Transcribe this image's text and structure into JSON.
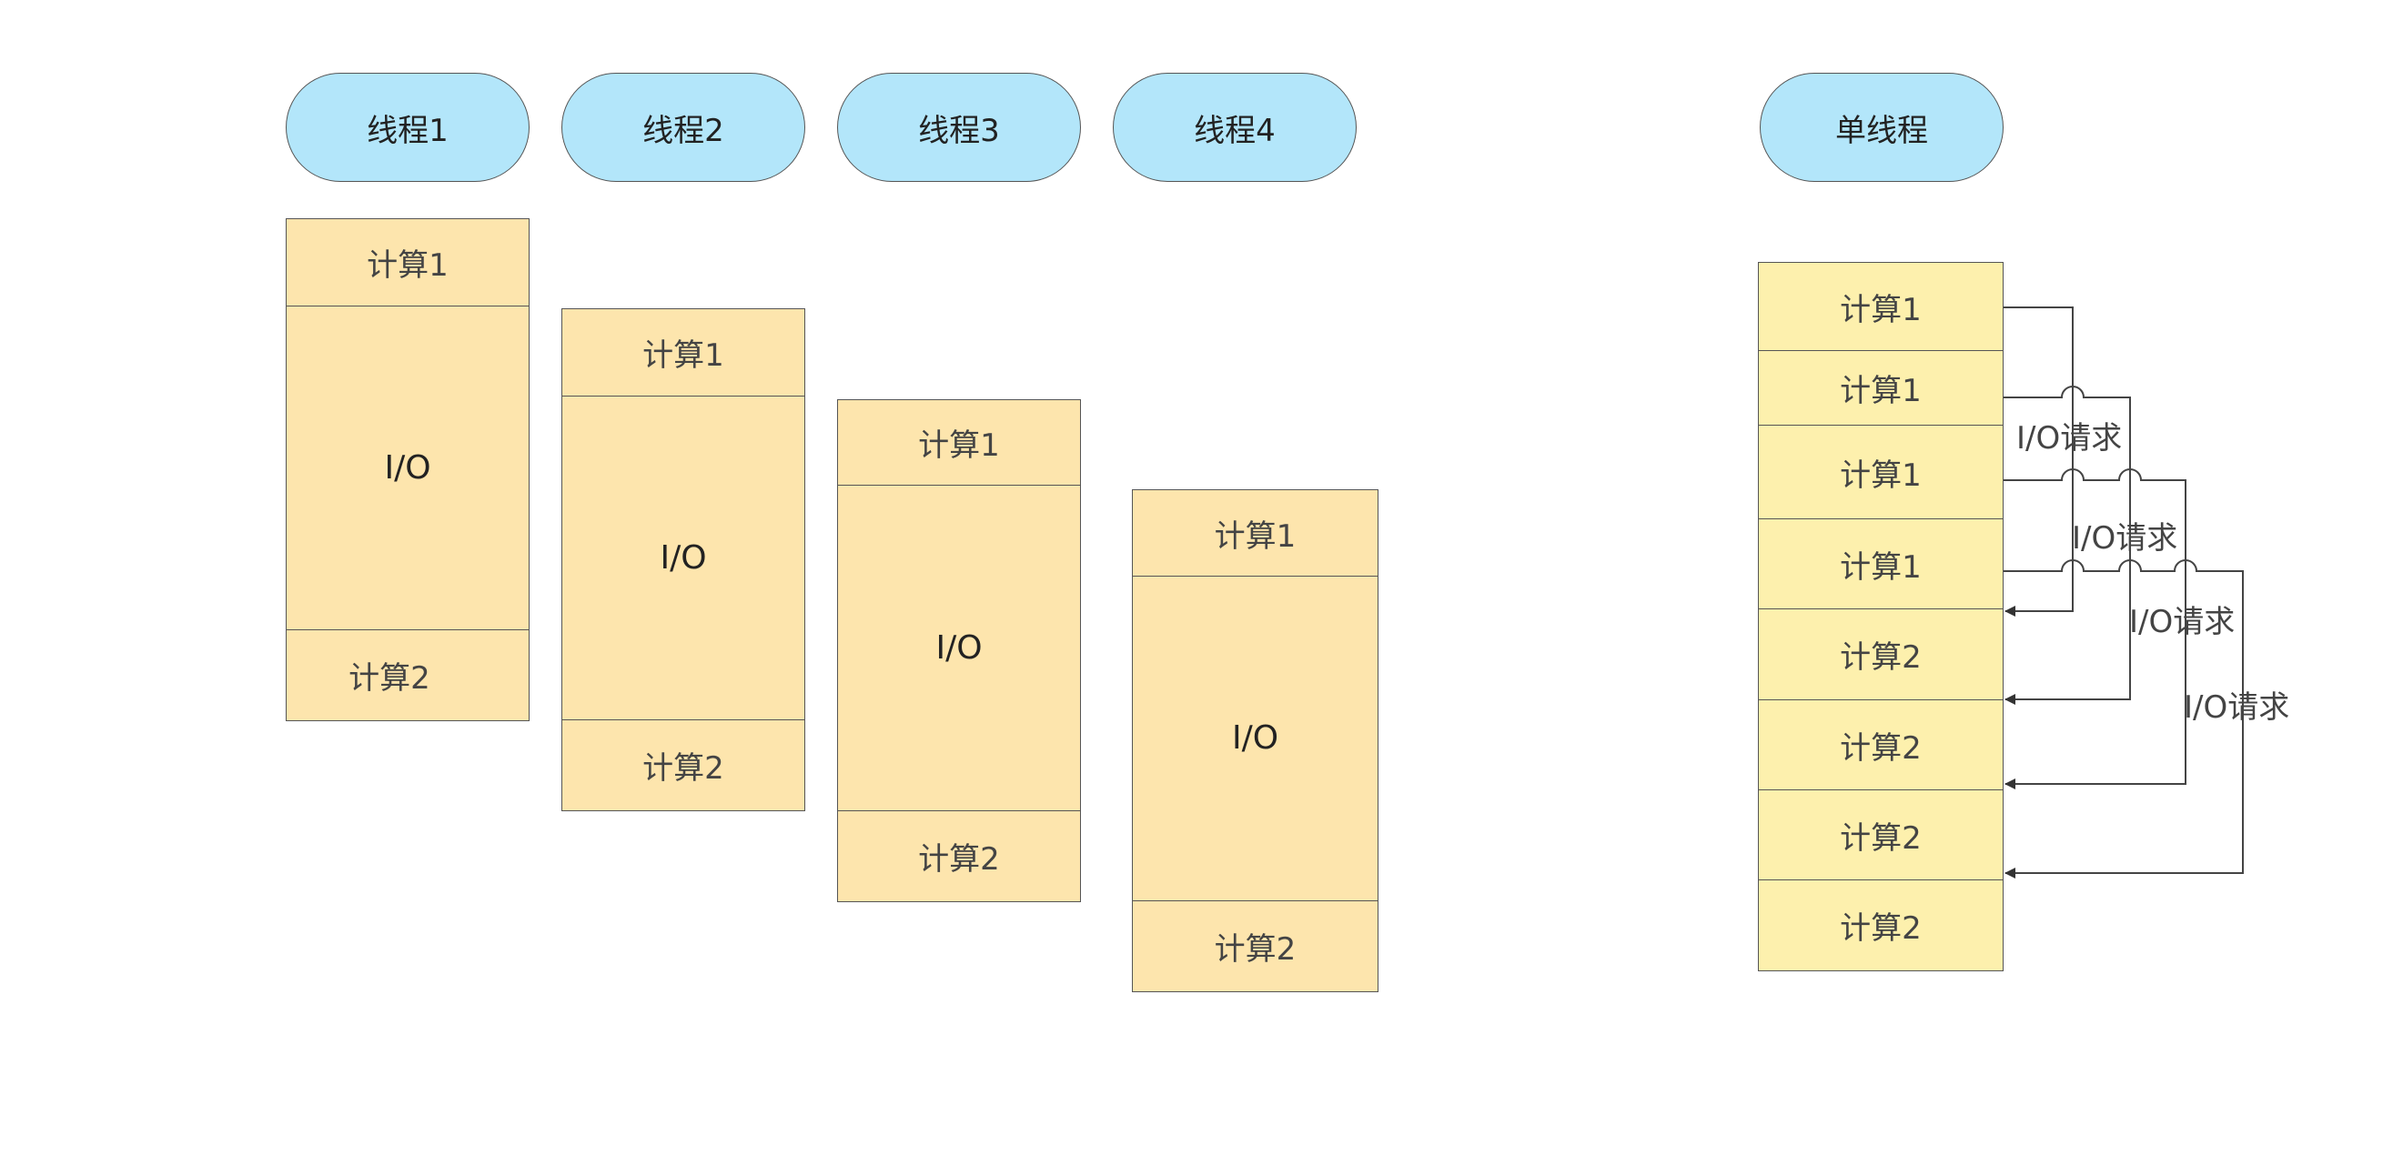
{
  "colors": {
    "thread_header": "#b3e6fa",
    "thread_box": "#fde5ad",
    "single_cell": "#fdf0ad",
    "stroke": "#555555"
  },
  "threads": [
    {
      "header": "线程1",
      "compute1": "计算1",
      "io": "I/O",
      "compute2": "计算2"
    },
    {
      "header": "线程2",
      "compute1": "计算1",
      "io": "I/O",
      "compute2": "计算2"
    },
    {
      "header": "线程3",
      "compute1": "计算1",
      "io": "I/O",
      "compute2": "计算2"
    },
    {
      "header": "线程4",
      "compute1": "计算1",
      "io": "I/O",
      "compute2": "计算2"
    }
  ],
  "single_thread": {
    "header": "单线程",
    "cells": [
      "计算1",
      "计算1",
      "计算1",
      "计算1",
      "计算2",
      "计算2",
      "计算2",
      "计算2"
    ],
    "requests": [
      "I/O请求",
      "I/O请求",
      "I/O请求",
      "I/O请求"
    ]
  }
}
